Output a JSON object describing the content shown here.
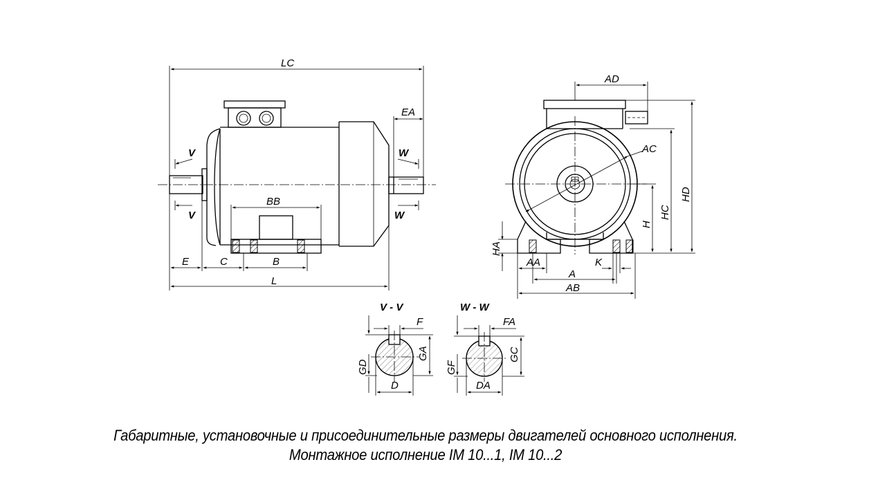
{
  "labels": {
    "LC": "LC",
    "EA": "EA",
    "V_top": "V",
    "W_top": "W",
    "V_bottom": "V",
    "W_bottom": "W",
    "BB": "BB",
    "E": "E",
    "C": "C",
    "B": "B",
    "L": "L",
    "AD": "AD",
    "AC": "AC",
    "HD": "HD",
    "HC": "HC",
    "H": "H",
    "HA": "HA",
    "AA": "AA",
    "K": "K",
    "A": "A",
    "AB": "AB",
    "section_vv": "V - V",
    "section_ww": "W - W",
    "F": "F",
    "FA": "FA",
    "GD": "GD",
    "GA": "GA",
    "D": "D",
    "GF": "GF",
    "GC": "GC",
    "DA": "DA"
  },
  "caption": {
    "line1": "Габаритные, установочные и присоединительные размеры двигателей основного исполнения.",
    "line2": "Монтажное исполнение IM 10...1, IM 10...2"
  }
}
